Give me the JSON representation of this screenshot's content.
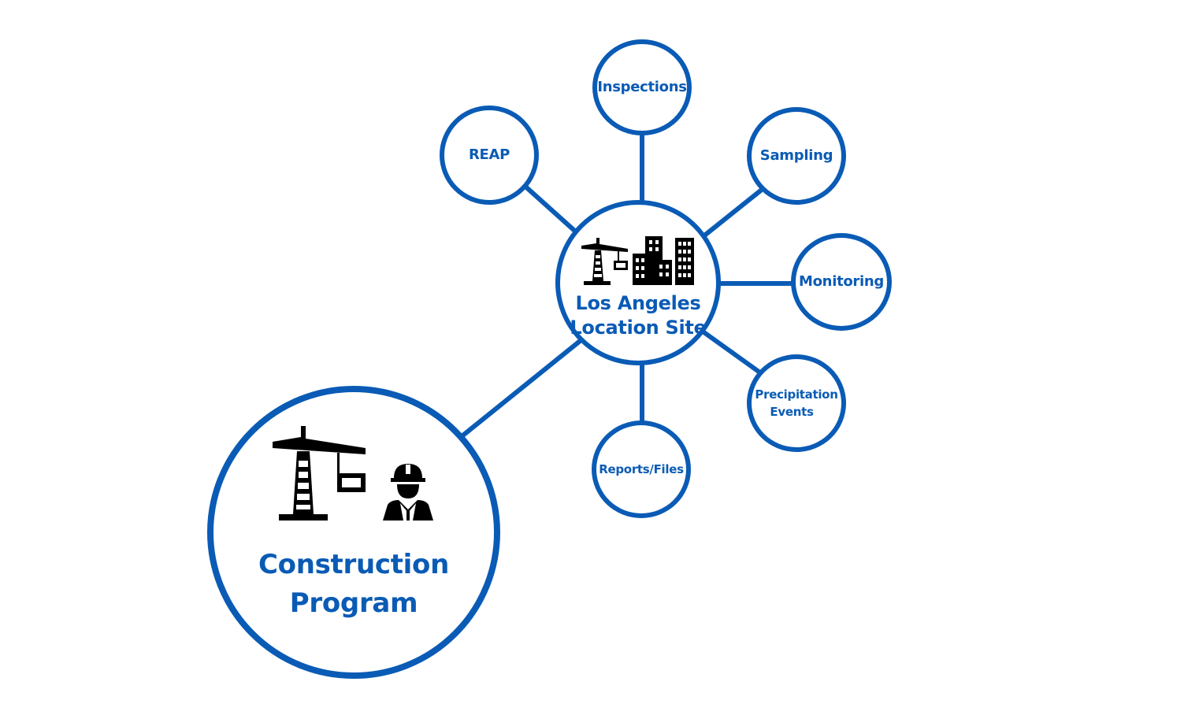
{
  "colors": {
    "accent": "#0a5bb5",
    "icon": "#000000",
    "background": "#ffffff"
  },
  "root": {
    "line1": "Construction",
    "line2": "Program",
    "icons": [
      "tower-crane-icon",
      "construction-worker-icon"
    ]
  },
  "hub": {
    "line1": "Los Angeles",
    "line2": "Location Site",
    "icons": [
      "tower-crane-icon",
      "city-buildings-icon"
    ]
  },
  "nodes": {
    "reap": "REAP",
    "inspections": "Inspections",
    "sampling": "Sampling",
    "monitoring": "Monitoring",
    "precipitation_line1": "Precipitation",
    "precipitation_line2": "Events",
    "reports": "Reports/Files"
  }
}
